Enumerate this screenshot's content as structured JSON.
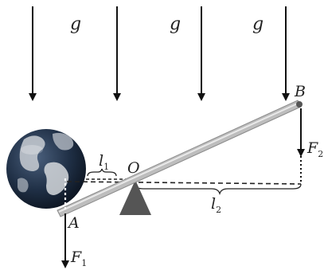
{
  "gravity_label": "g",
  "points": {
    "A": "A",
    "B": "B",
    "O": "O"
  },
  "forces": {
    "F1": {
      "main": "F",
      "sub": "1"
    },
    "F2": {
      "main": "F",
      "sub": "2"
    }
  },
  "arms": {
    "l1": {
      "main": "l",
      "sub": "1"
    },
    "l2": {
      "main": "l",
      "sub": "2"
    }
  },
  "colors": {
    "earth_ocean": "#1f2f45",
    "earth_land": "#c9ced4",
    "lever": "#bdbdbd",
    "fulcrum": "#555555",
    "arrow": "#111111"
  },
  "icons": [
    "earth-globe",
    "fulcrum-triangle",
    "lever-bar"
  ]
}
